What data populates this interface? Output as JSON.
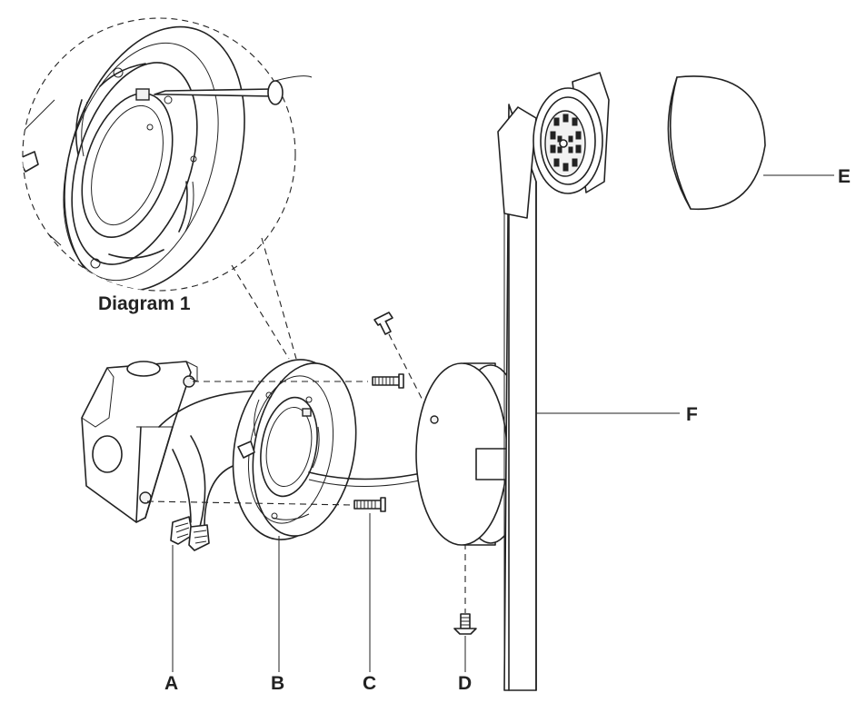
{
  "diagram": {
    "inset_caption": "Diagram 1",
    "labels": {
      "a": "A",
      "b": "B",
      "c": "C",
      "d": "D",
      "e": "E",
      "f": "F"
    }
  }
}
